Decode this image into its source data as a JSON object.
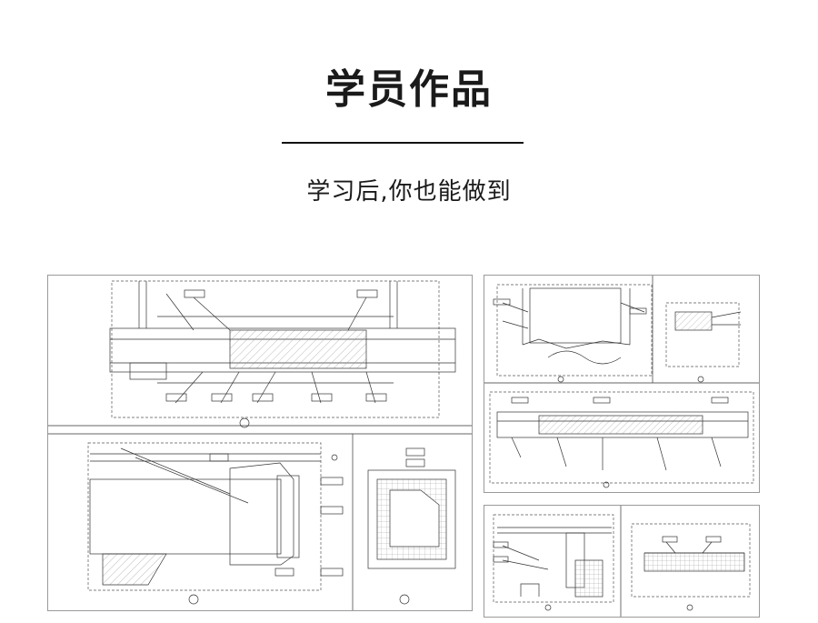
{
  "header": {
    "title": "学员作品",
    "subtitle": "学习后,你也能做到"
  },
  "gallery": {
    "item_count": 3
  }
}
